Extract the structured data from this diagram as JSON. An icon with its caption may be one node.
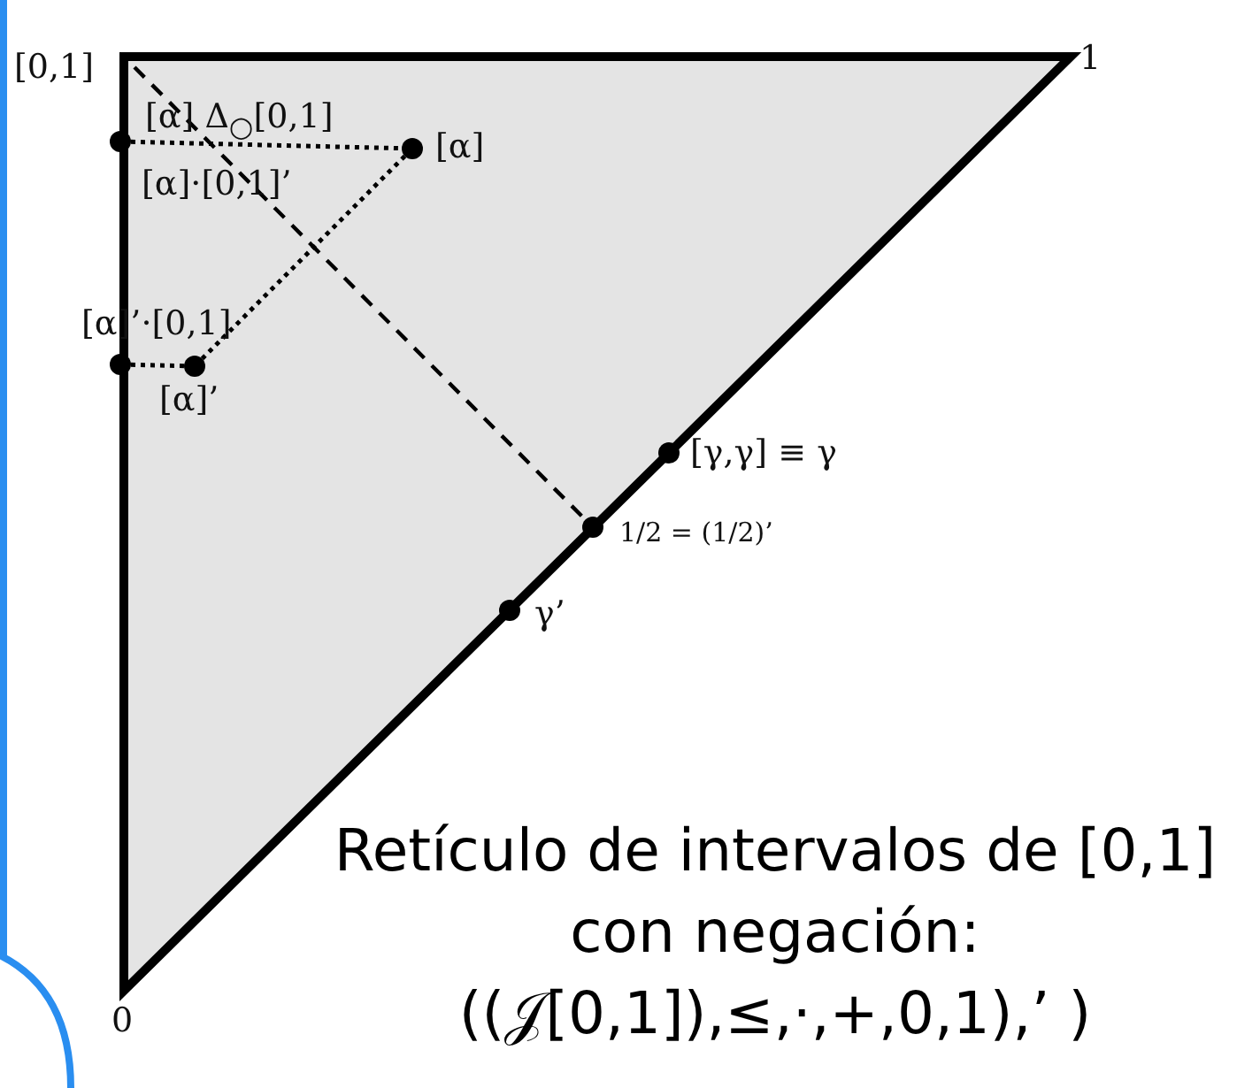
{
  "diagram": {
    "caption": "Retículo de intervalos de [0,1] con negación: ((𝒥[0,1]),≤,·,+,0,1),’ )",
    "nodes": [
      {
        "text": [
          "[0,1]"
        ]
      },
      {
        "text": [
          "[α] Δ$_{○}$[0,1]"
        ]
      },
      {
        "text": [
          "[α]"
        ]
      },
      {
        "text": [
          "[α]’·[0,1]"
        ]
      },
      {
        "text": [
          "[α]’"
        ]
      },
      {
        "text": [
          "[γ,γ] ≡ γ"
        ]
      },
      {
        "text": [
          "1/2 = (1/2)’"
        ]
      },
      {
        "text": [
          "γ’"
        ]
      }
    ],
    "edges": [
      {
        "from": 1,
        "to": 2,
        "arrow": "none"
      },
      {
        "from": 2,
        "to": 4,
        "arrow": "none"
      },
      {
        "from": 3,
        "to": 4,
        "arrow": "none"
      },
      {
        "from": 0,
        "to": 6,
        "arrow": "none",
        "style": "dashed"
      }
    ],
    "labels": [
      "1",
      "[α]·[0,1]’",
      "0"
    ]
  }
}
